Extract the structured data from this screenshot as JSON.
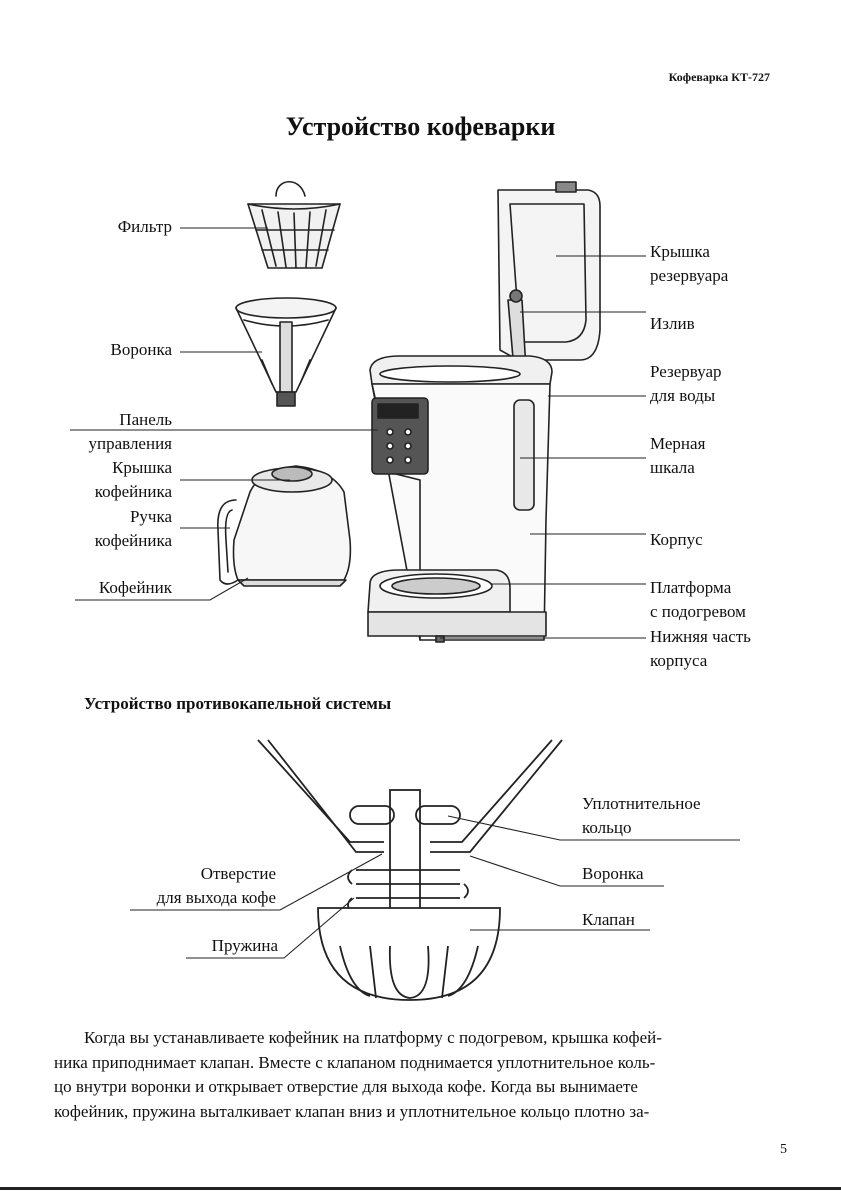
{
  "header": {
    "model": "Кофеварка КТ-727"
  },
  "title": "Устройство кофеварки",
  "parts": {
    "filter": "Фильтр",
    "funnel": "Воронка",
    "control_panel": [
      "Панель",
      "управления"
    ],
    "carafe_lid": [
      "Крышка",
      "кофейника"
    ],
    "carafe_handle": [
      "Ручка",
      "кофейника"
    ],
    "carafe": "Кофейник",
    "tank_lid": [
      "Крышка",
      "резервуара"
    ],
    "spout": "Излив",
    "water_tank": [
      "Резервуар",
      "для воды"
    ],
    "scale": [
      "Мерная",
      "шкала"
    ],
    "body": "Корпус",
    "hot_plate": [
      "Платформа",
      "с подогревом"
    ],
    "base": [
      "Нижняя часть",
      "корпуса"
    ]
  },
  "drip_section": {
    "title": "Устройство противокапельной системы",
    "seal_ring": [
      "Уплотнительное",
      "кольцо"
    ],
    "funnel": "Воронка",
    "valve": "Клапан",
    "outlet": [
      "Отверстие",
      "для выхода кофе"
    ],
    "spring": "Пружина"
  },
  "paragraph_lines": [
    "Когда вы устанавливаете кофейник на платформу с подогревом, крышка кофей-",
    "ника приподнимает клапан. Вместе с клапаном поднимается уплотнительное коль-",
    "цо внутри воронки и открывает отверстие для выхода кофе. Когда вы вынимаете",
    "кофейник, пружина выталкивает клапан вниз и уплотнительное кольцо плотно за-"
  ],
  "page_number": "5"
}
